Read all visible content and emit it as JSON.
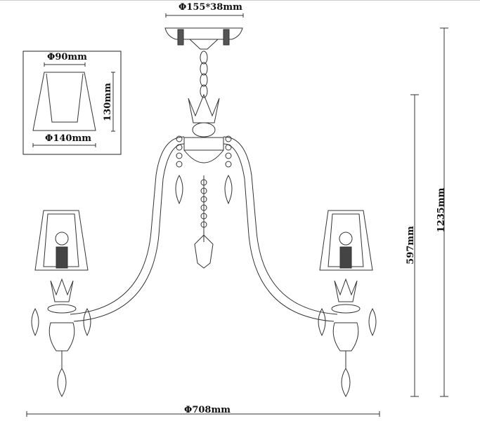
{
  "dimensions": {
    "canopy": "Φ155*38mm",
    "shade_top": "Φ90mm",
    "shade_height": "130mm",
    "shade_bottom": "Φ140mm",
    "total_height": "1235mm",
    "body_height": "597mm",
    "width": "Φ708mm"
  }
}
